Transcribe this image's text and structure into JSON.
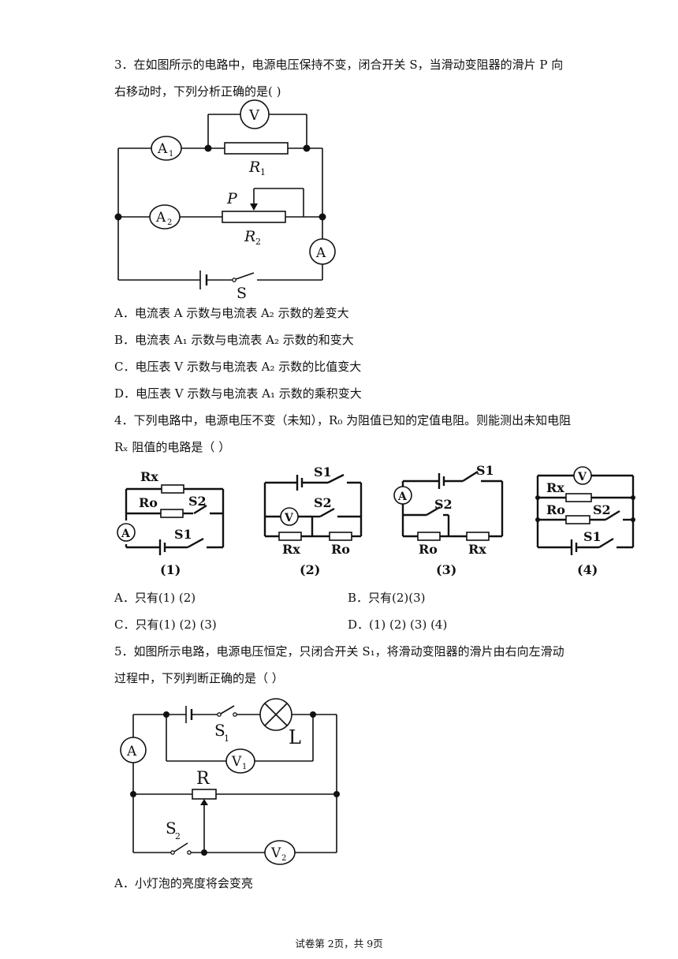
{
  "q3": {
    "line1": "3．在如图所示的电路中，电源电压保持不变，闭合开关 S，当滑动变阻器的滑片 P 向",
    "line2": "右移动时，下列分析正确的是(     )",
    "diagram_labels": {
      "meter_V": "V",
      "meter_A1": "A",
      "meter_A1_sub": "1",
      "meter_A2": "A",
      "meter_A2_sub": "2",
      "meter_A": "A",
      "r1": "R",
      "r1_sub": "1",
      "r2": "R",
      "r2_sub": "2",
      "p": "P",
      "s": "S"
    },
    "options": {
      "a": "A．电流表 A 示数与电流表 A₂ 示数的差变大",
      "b": "B．电流表 A₁ 示数与电流表 A₂ 示数的和变大",
      "c": "C．电压表 V 示数与电流表 A₂ 示数的比值变大",
      "d": "D．电压表 V 示数与电流表 A₁ 示数的乘积变大"
    }
  },
  "q4": {
    "line1": "4．下列电路中，电源电压不变（未知），R₀ 为阻值已知的定值电阻。则能测出未知电阻",
    "line2": "Rₓ 阻值的电路是（        ）",
    "diagram_labels": {
      "rx": "Rx",
      "ro": "Ro",
      "s1": "S1",
      "s2": "S2",
      "meter_A": "A",
      "meter_V": "V",
      "cap1": "(1)",
      "cap2": "(2)",
      "cap3": "(3)",
      "cap4": "(4)"
    },
    "options": {
      "a": "A．只有(1) (2)",
      "b": "B．只有(2)(3)",
      "c": "C．只有(1) (2) (3)",
      "d": "D．(1) (2) (3) (4)"
    }
  },
  "q5": {
    "line1": "5．如图所示电路，电源电压恒定，只闭合开关 S₁，将滑动变阻器的滑片由右向左滑动",
    "line2": "过程中，下列判断正确的是（        ）",
    "diagram_labels": {
      "meter_A": "A",
      "meter_V1": "V",
      "meter_V1_sub": "1",
      "meter_V2": "V",
      "meter_V2_sub": "2",
      "r": "R",
      "l": "L",
      "s1": "S",
      "s1_sub": "1",
      "s2": "S",
      "s2_sub": "2"
    },
    "options": {
      "a": "A．小灯泡的亮度将会变亮"
    }
  },
  "footer": "试卷第 2页，共 9页"
}
